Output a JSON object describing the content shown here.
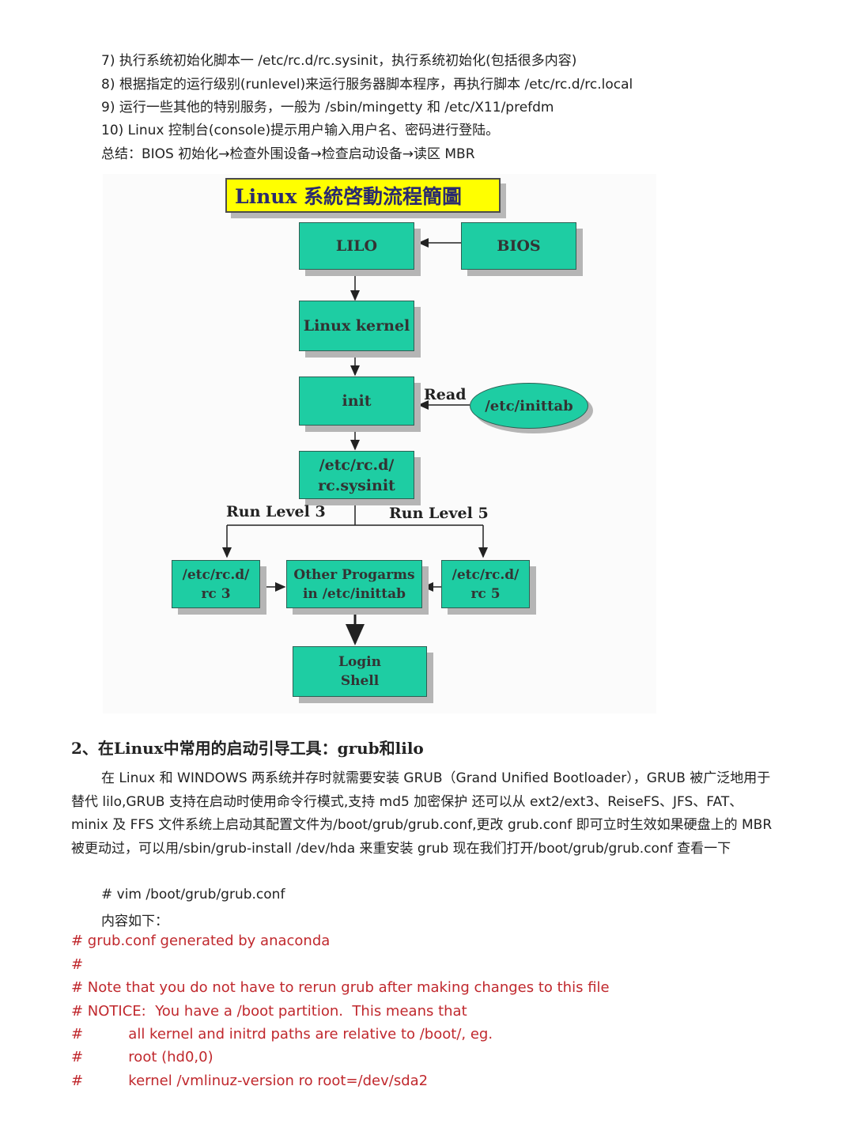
{
  "intro_lines": [
    "7) 执行系统初始化脚本一 /etc/rc.d/rc.sysinit，执行系统初始化(包括很多内容)",
    "8) 根据指定的运行级别(runlevel)来运行服务器脚本程序，再执行脚本 /etc/rc.d/rc.local",
    "9) 运行一些其他的特别服务，一般为 /sbin/mingetty 和 /etc/X11/prefdm",
    "10) Linux 控制台(console)提示用户输入用户名、密码进行登陆。",
    "总结：BIOS 初始化→检查外围设备→检查启动设备→读区 MBR"
  ],
  "diagram": {
    "title": "Linux 系統啓動流程簡圖",
    "nodes": {
      "lilo": "LILO",
      "bios": "BIOS",
      "kernel": "Linux kernel",
      "init": "init",
      "inittab": "/etc/inittab",
      "sysinit_1": "/etc/rc.d/",
      "sysinit_2": "rc.sysinit",
      "rc3_1": "/etc/rc.d/",
      "rc3_2": "rc 3",
      "other_1": "Other Progarms",
      "other_2": "in /etc/inittab",
      "rc5_1": "/etc/rc.d/",
      "rc5_2": "rc 5",
      "login_1": "Login",
      "login_2": "Shell"
    },
    "labels": {
      "read": "Read",
      "run_level_3": "Run Level 3",
      "run_level_5": "Run Level 5"
    }
  },
  "section": {
    "heading": "2、在Linux中常用的启动引导工具：grub和lilo",
    "paragraph": "在 Linux 和 WINDOWS 两系统并存时就需要安装 GRUB（Grand Unified Bootloader），GRUB 被广泛地用于替代 lilo,GRUB 支持在启动时使用命令行模式,支持 md5 加密保护 还可以从 ext2/ext3、ReiseFS、JFS、FAT、minix 及 FFS 文件系统上启动其配置文件为/boot/grub/grub.conf,更改 grub.conf 即可立时生效如果硬盘上的 MBR 被更动过，可以用/sbin/grub-install /dev/hda 来重安装 grub 现在我们打开/boot/grub/grub.conf 查看一下",
    "command": "# vim /boot/grub/grub.conf",
    "content_label": "内容如下："
  },
  "config_lines": [
    "# grub.conf generated by anaconda",
    "#",
    "# Note that you do not have to rerun grub after making changes to this file",
    "# NOTICE:  You have a /boot partition.  This means that",
    "#          all kernel and initrd paths are relative to /boot/, eg.",
    "#          root (hd0,0)",
    "#          kernel /vmlinuz-version ro root=/dev/sda2"
  ]
}
